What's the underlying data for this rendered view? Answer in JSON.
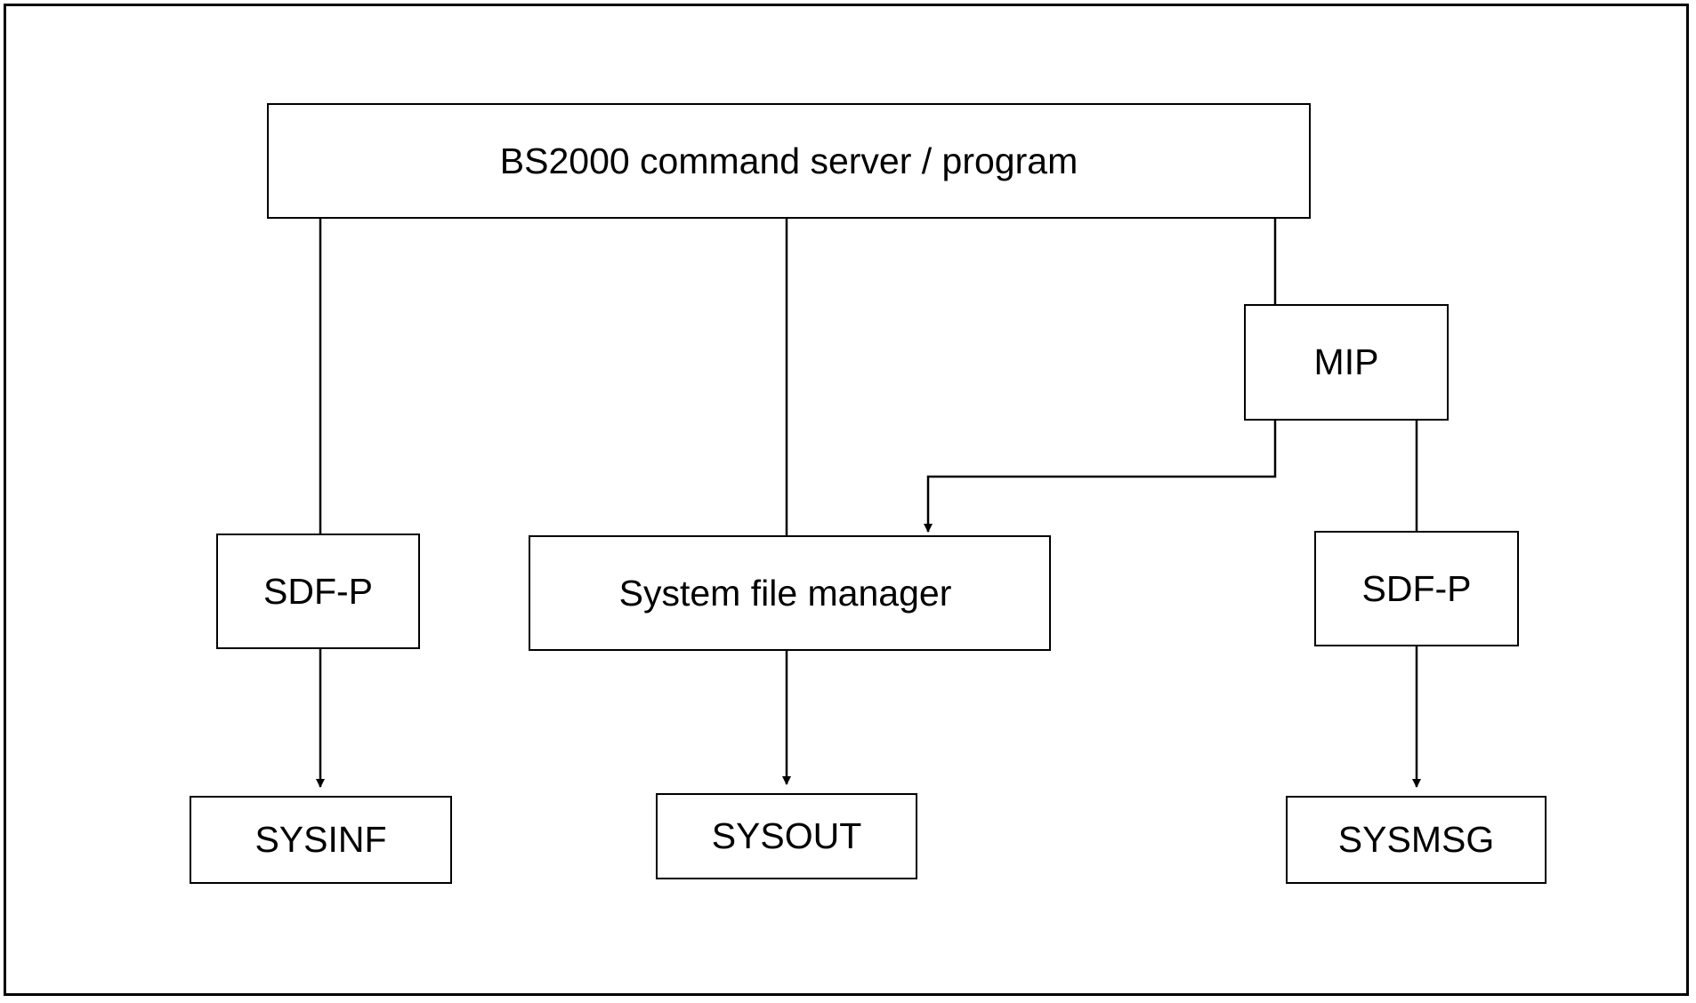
{
  "diagram": {
    "nodes": {
      "server": "BS2000 command server / program",
      "mip": "MIP",
      "sdfp_left": "SDF-P",
      "system_file_manager": "System file manager",
      "sdfp_right": "SDF-P",
      "sysinf": "SYSINF",
      "sysout": "SYSOUT",
      "sysmsg": "SYSMSG"
    },
    "edges": [
      {
        "from": "server",
        "to": "sdfp_left",
        "arrow": false
      },
      {
        "from": "server",
        "to": "system_file_manager",
        "arrow": false
      },
      {
        "from": "server",
        "to": "mip",
        "arrow": false
      },
      {
        "from": "mip",
        "to": "system_file_manager",
        "arrow": true
      },
      {
        "from": "mip",
        "to": "sdfp_right",
        "arrow": false
      },
      {
        "from": "sdfp_left",
        "to": "sysinf",
        "arrow": true
      },
      {
        "from": "system_file_manager",
        "to": "sysout",
        "arrow": true
      },
      {
        "from": "sdfp_right",
        "to": "sysmsg",
        "arrow": true
      }
    ],
    "colors": {
      "line": "#000000",
      "background": "#ffffff"
    }
  }
}
